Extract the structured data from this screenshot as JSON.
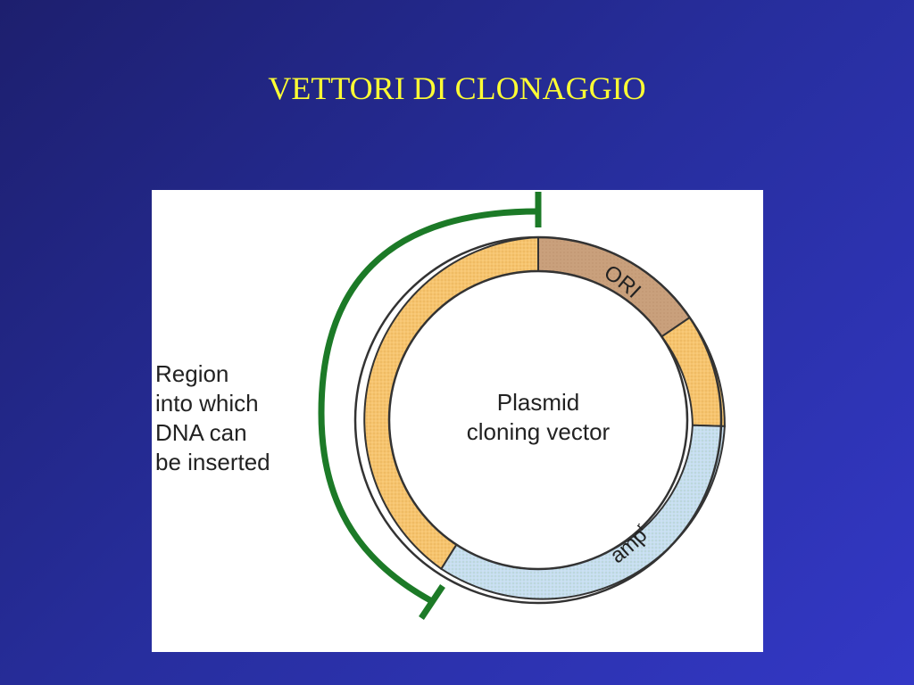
{
  "slide": {
    "title": "VETTORI DI CLONAGGIO"
  },
  "diagram": {
    "region_label_lines": [
      "Region",
      "into which",
      "DNA can",
      "be inserted"
    ],
    "center_label_lines": [
      "Plasmid",
      "cloning vector"
    ],
    "segments": {
      "ori": {
        "label": "ORI"
      },
      "amp": {
        "label": "amp",
        "superscript": "r"
      }
    },
    "colors": {
      "background_gradient_start": "#1d1f6e",
      "background_gradient_end": "#3338c6",
      "title": "#ffff33",
      "panel": "#ffffff",
      "insert_region": "#f6c46e",
      "ori_segment": "#c9a07c",
      "amp_segment": "#c6def0",
      "bracket": "#1c7a27",
      "outline": "#333333"
    }
  }
}
